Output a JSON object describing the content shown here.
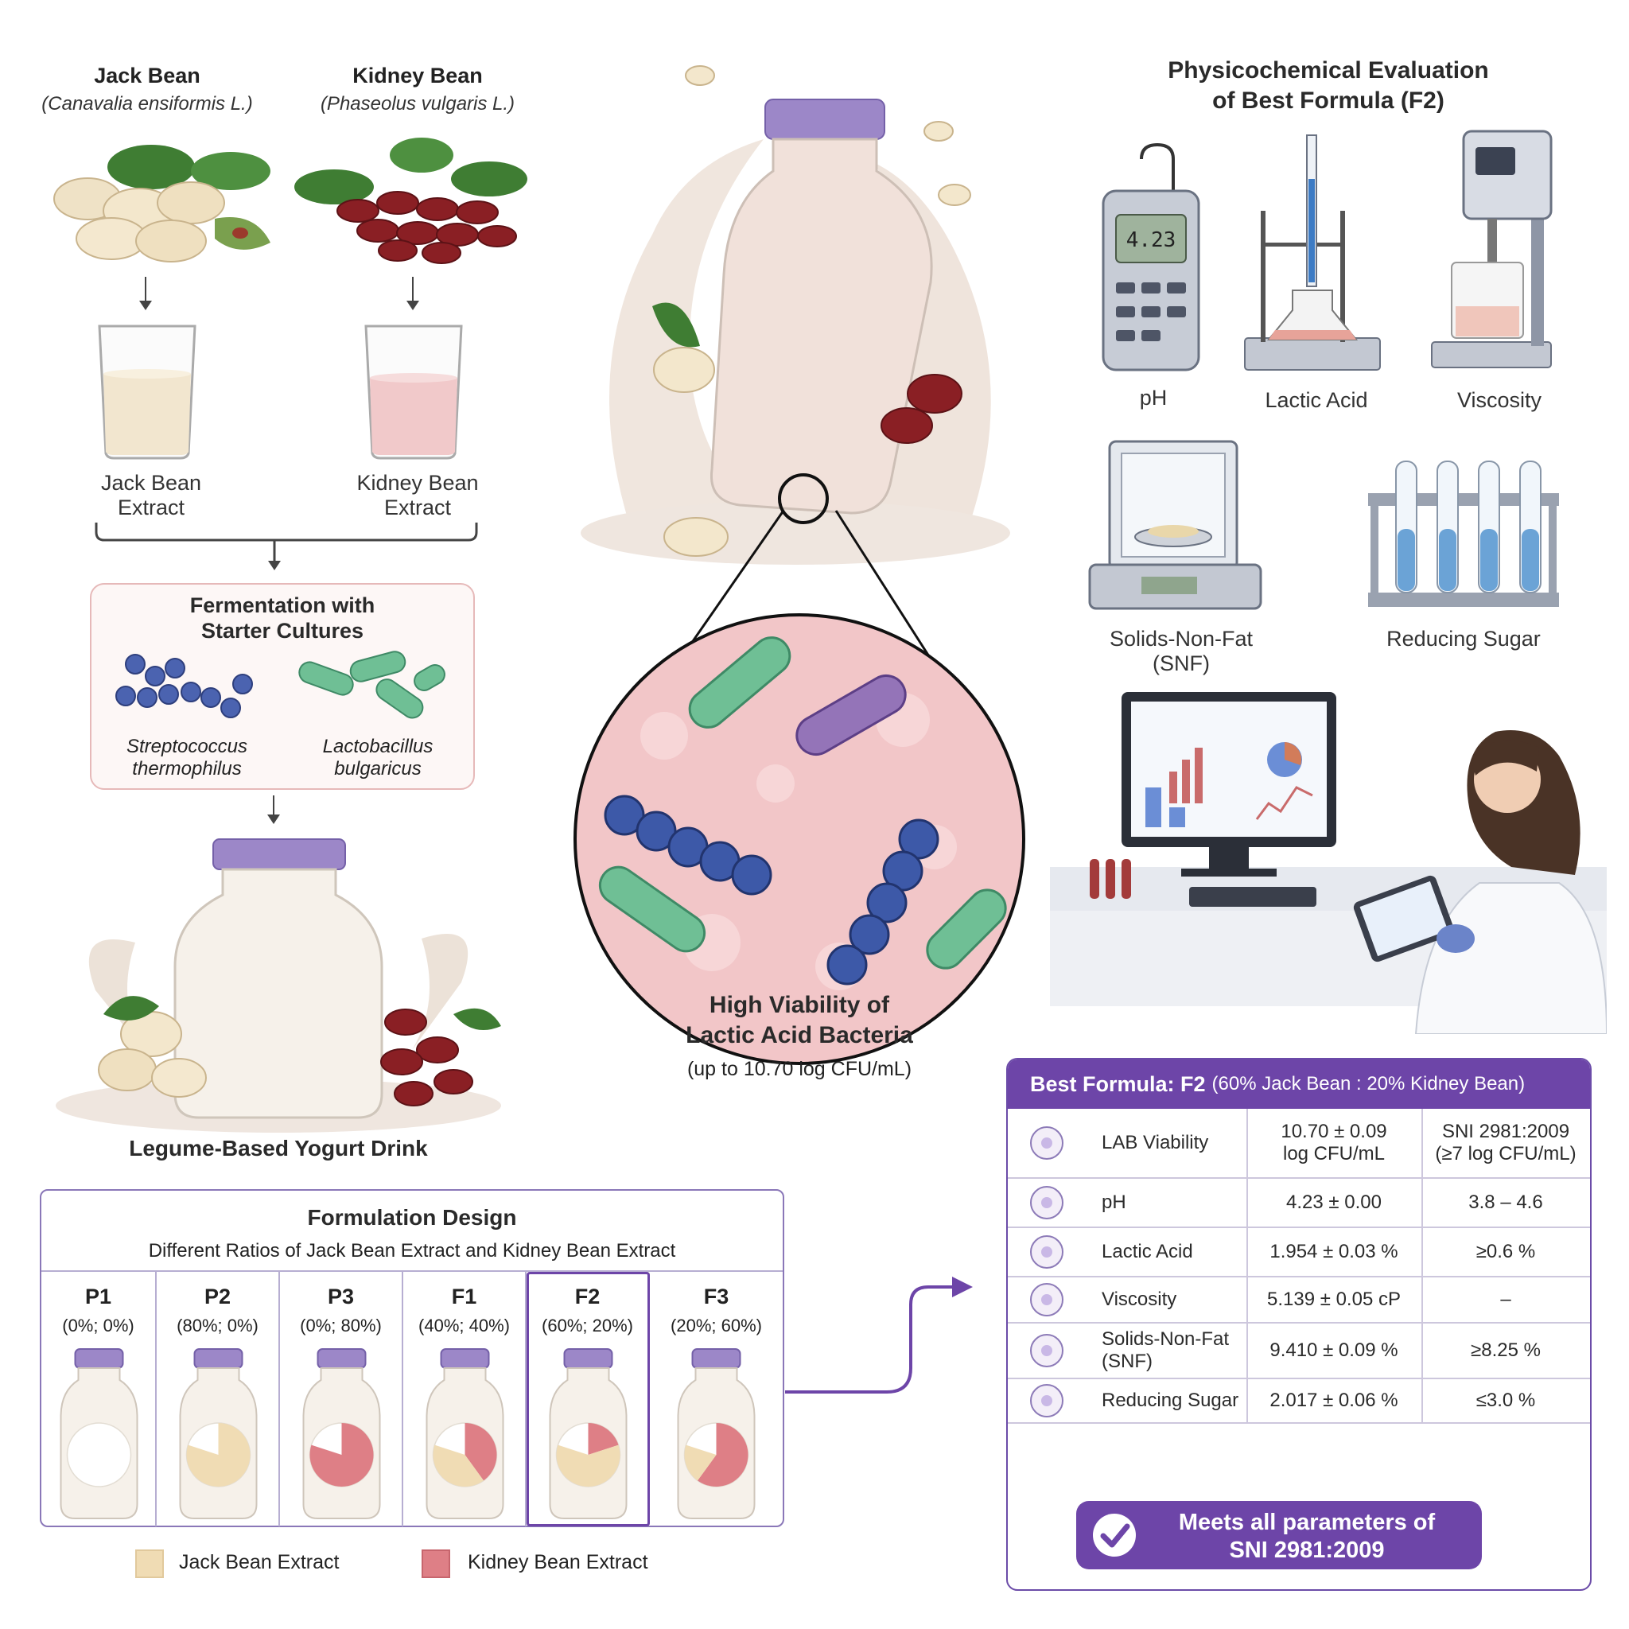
{
  "beans": {
    "jack": {
      "name": "Jack Bean",
      "scientific": "(Canavalia ensiformis L.)",
      "extract": [
        "Jack Bean",
        "Extract"
      ]
    },
    "kidney": {
      "name": "Kidney Bean",
      "scientific": "(Phaseolus vulgaris L.)",
      "extract": [
        "Kidney Bean",
        "Extract"
      ]
    }
  },
  "fermentation": {
    "title": [
      "Fermentation with",
      "Starter Cultures"
    ],
    "cultures": [
      {
        "name": [
          "Streptococcus",
          "thermophilus"
        ]
      },
      {
        "name": [
          "Lactobacillus",
          "bulgaricus"
        ]
      }
    ]
  },
  "product_label": "Legume-Based Yogurt Drink",
  "viability": {
    "title": [
      "High Viability of",
      "Lactic Acid Bacteria"
    ],
    "subtitle": "(up to 10.70 log CFU/mL)"
  },
  "physicochemical": {
    "title": [
      "Physicochemical Evaluation",
      "of Best Formula (F2)"
    ],
    "meter_reading": "4.23",
    "instruments": [
      "pH",
      "Lactic Acid",
      "Viscosity",
      "Solids-Non-Fat (SNF)",
      "Reducing Sugar"
    ]
  },
  "formulation": {
    "title": "Formulation Design",
    "subtitle": "Different Ratios of Jack Bean Extract and Kidney Bean Extract",
    "formulas": [
      {
        "code": "P1",
        "ratio": "(0%; 0%)",
        "jack": 0,
        "kidney": 0
      },
      {
        "code": "P2",
        "ratio": "(80%; 0%)",
        "jack": 80,
        "kidney": 0
      },
      {
        "code": "P3",
        "ratio": "(0%; 80%)",
        "jack": 0,
        "kidney": 80
      },
      {
        "code": "F1",
        "ratio": "(40%; 40%)",
        "jack": 40,
        "kidney": 40
      },
      {
        "code": "F2",
        "ratio": "(60%; 20%)",
        "jack": 60,
        "kidney": 20
      },
      {
        "code": "F3",
        "ratio": "(20%; 60%)",
        "jack": 20,
        "kidney": 60
      }
    ],
    "highlighted": "F2",
    "legend": [
      {
        "label": "Jack Bean Extract",
        "color": "#f0dcb4"
      },
      {
        "label": "Kidney Bean Extract",
        "color": "#de7f86"
      }
    ]
  },
  "best_formula": {
    "title": "Best Formula: F2",
    "title_detail": "(60% Jack Bean : 20% Kidney Bean)",
    "rows": [
      {
        "parameter": "LAB Viability",
        "value": [
          "10.70 ± 0.09",
          "log CFU/mL"
        ],
        "standard": [
          "SNI 2981:2009",
          "(≥7 log CFU/mL)"
        ],
        "icon": "petri-dish-icon"
      },
      {
        "parameter": "pH",
        "value": [
          "4.23 ± 0.00"
        ],
        "standard": [
          "3.8 – 4.6"
        ],
        "icon": "ph-meter-icon"
      },
      {
        "parameter": "Lactic Acid",
        "value": [
          "1.954 ± 0.03 %"
        ],
        "standard": [
          "≥0.6 %"
        ],
        "icon": "flask-icon"
      },
      {
        "parameter": "Viscosity",
        "value": [
          "5.139 ± 0.05 cP"
        ],
        "standard": [
          "–"
        ],
        "icon": "viscometer-icon"
      },
      {
        "parameter": "Solids-Non-Fat (SNF)",
        "value": [
          "9.410 ± 0.09 %"
        ],
        "standard": [
          "≥8.25 %"
        ],
        "icon": "balance-icon"
      },
      {
        "parameter": "Reducing Sugar",
        "value": [
          "2.017 ± 0.06 %"
        ],
        "standard": [
          "≤3.0 %"
        ],
        "icon": "test-tubes-icon"
      }
    ],
    "conclusion": [
      "Meets all parameters of",
      "SNI 2981:2009"
    ]
  },
  "colors": {
    "accent": "#6d45a8",
    "jack": "#f0dcb4",
    "kidney": "#de7f86",
    "cap": "#9c87c8"
  }
}
